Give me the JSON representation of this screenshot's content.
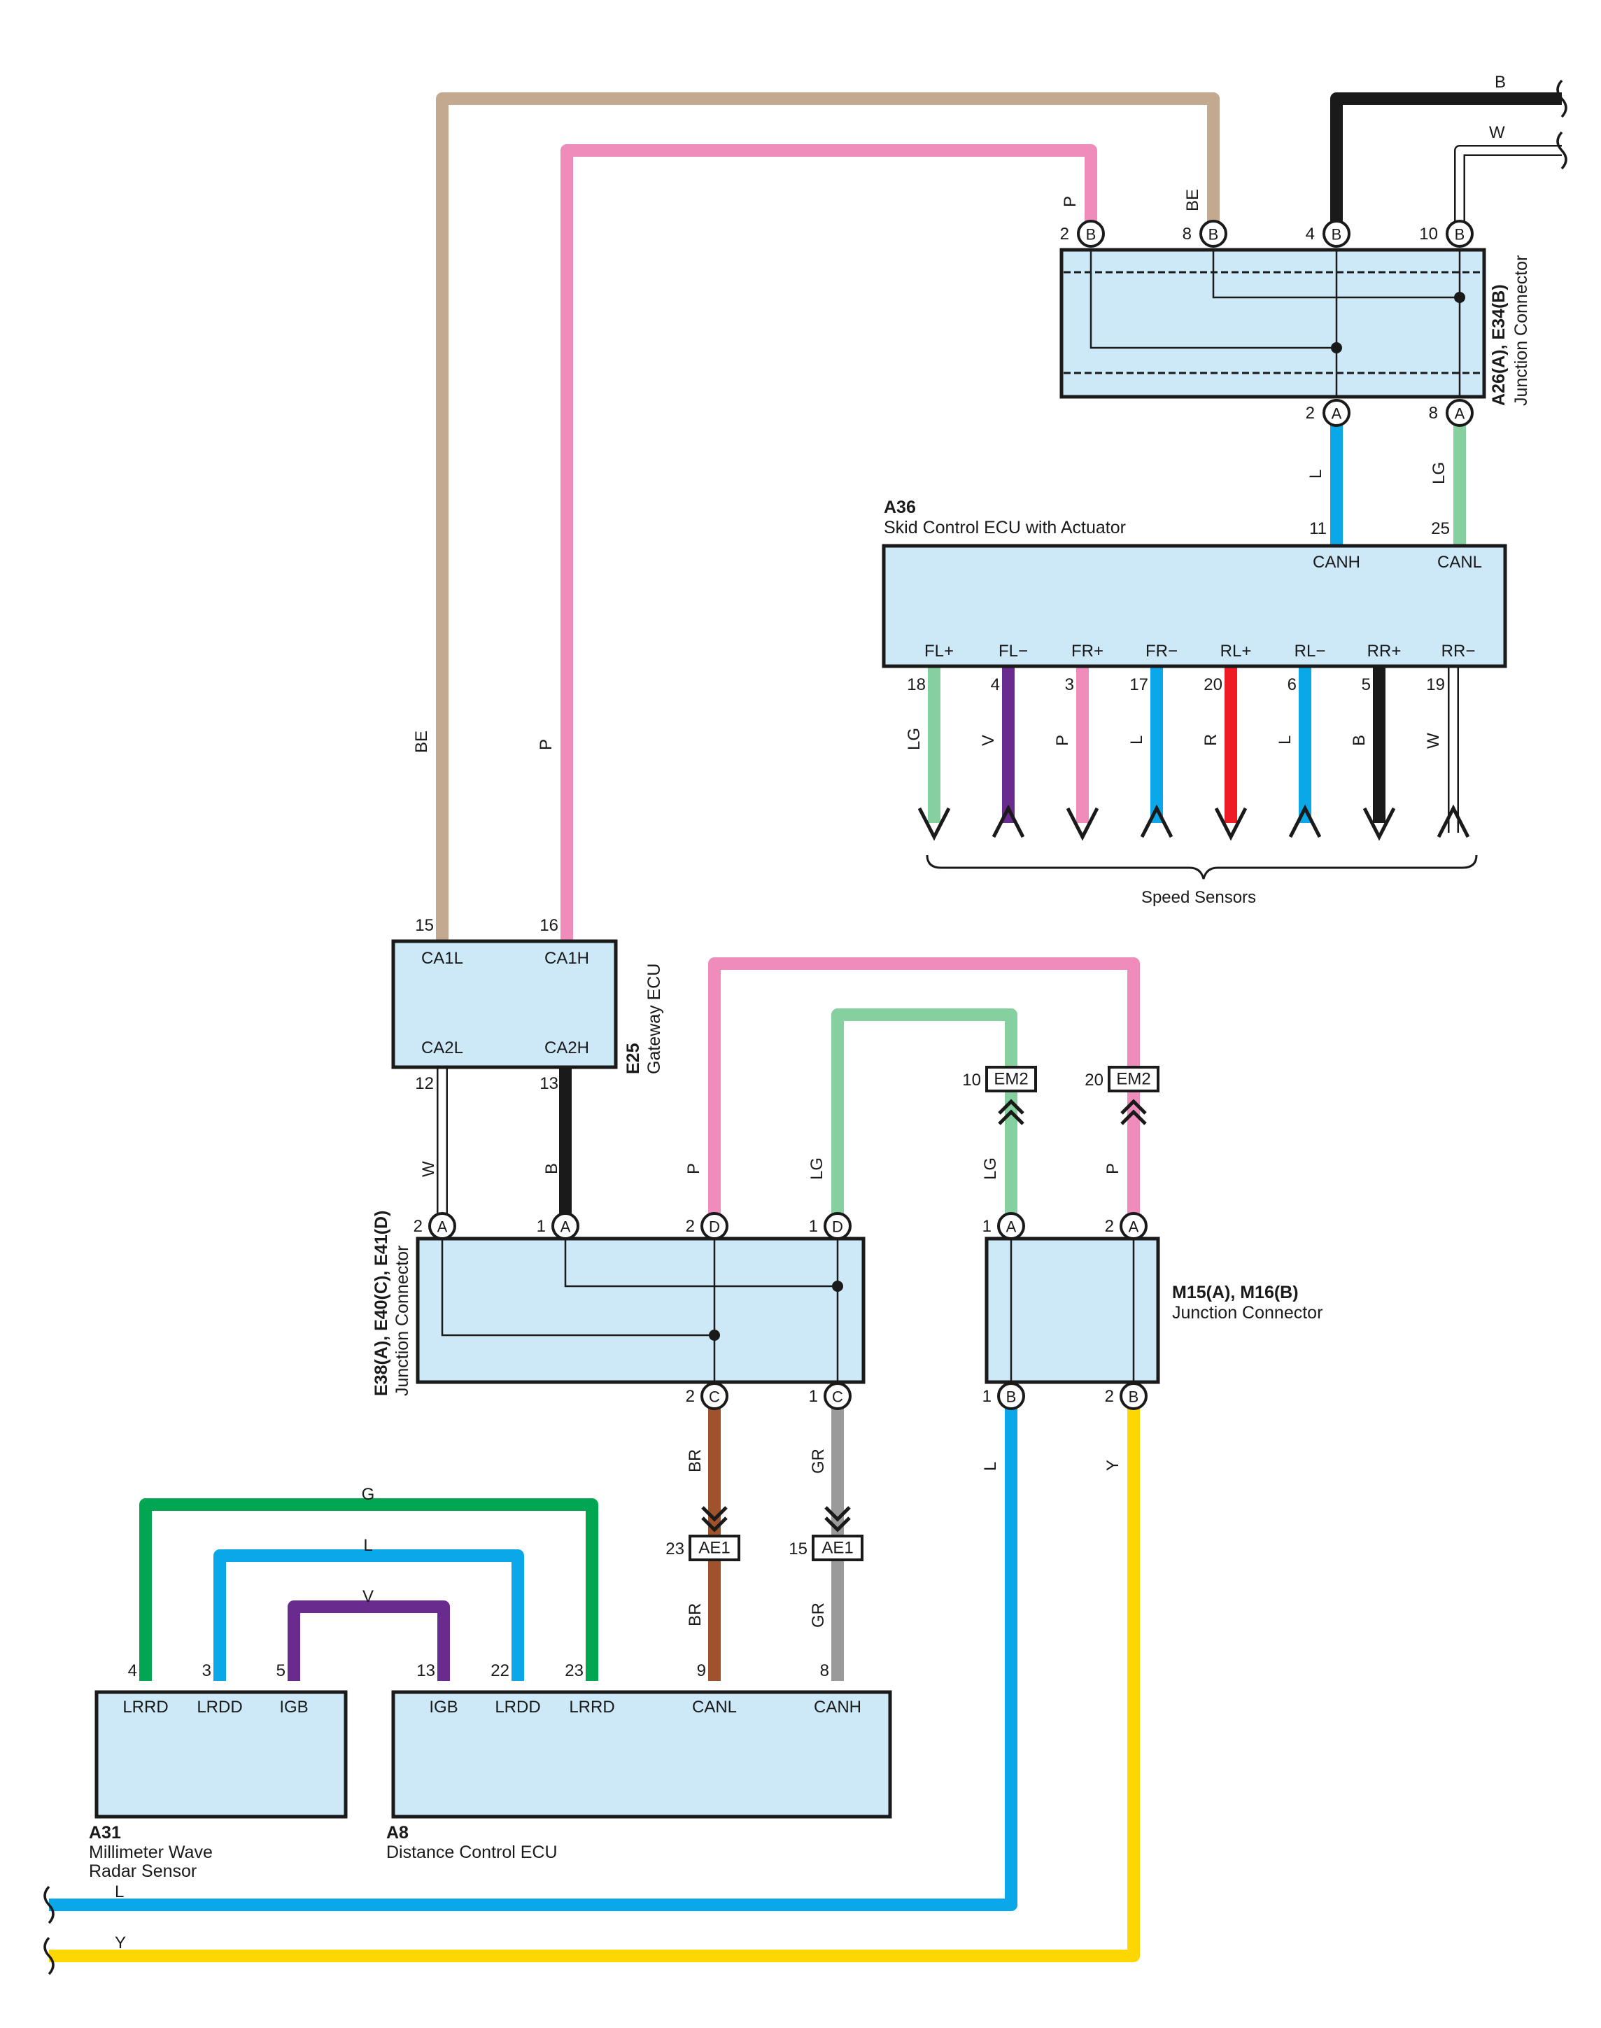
{
  "colors": {
    "BE": "#c2a98f",
    "P": "#f08cbc",
    "B": "#1a1a1a",
    "W": "#ffffff",
    "L": "#0aa8e8",
    "LG": "#86cf9e",
    "V": "#6a2b8e",
    "R": "#ee1c25",
    "BR": "#a0522d",
    "GR": "#9a9a9a",
    "G": "#00a651",
    "Y": "#ffd700",
    "box_fill": "#cde9f8"
  },
  "junction_top": {
    "code": "A26(A), E34(B)",
    "name": "Junction Connector",
    "top_pins": [
      {
        "pin": "2",
        "conn": "B",
        "wire": "P"
      },
      {
        "pin": "8",
        "conn": "B",
        "wire": "BE"
      },
      {
        "pin": "4",
        "conn": "B",
        "wire": "B"
      },
      {
        "pin": "10",
        "conn": "B",
        "wire": "W"
      }
    ],
    "bottom_pins": [
      {
        "pin": "2",
        "conn": "A",
        "wire": "L"
      },
      {
        "pin": "8",
        "conn": "A",
        "wire": "LG"
      }
    ]
  },
  "offpage_top": [
    {
      "wire": "B"
    },
    {
      "wire": "W"
    }
  ],
  "skid_ecu": {
    "code": "A36",
    "name": "Skid Control ECU with Actuator",
    "top_pins": [
      {
        "pin": "11",
        "name": "CANH"
      },
      {
        "pin": "25",
        "name": "CANL"
      }
    ],
    "bottom_pins": [
      {
        "pin": "18",
        "name": "FL+",
        "wire": "LG"
      },
      {
        "pin": "4",
        "name": "FL−",
        "wire": "V"
      },
      {
        "pin": "3",
        "name": "FR+",
        "wire": "P"
      },
      {
        "pin": "17",
        "name": "FR−",
        "wire": "L"
      },
      {
        "pin": "20",
        "name": "RL+",
        "wire": "R"
      },
      {
        "pin": "6",
        "name": "RL−",
        "wire": "L"
      },
      {
        "pin": "5",
        "name": "RR+",
        "wire": "B"
      },
      {
        "pin": "19",
        "name": "RR−",
        "wire": "W"
      }
    ],
    "speed_sensors_label": "Speed Sensors"
  },
  "gateway": {
    "code": "E25",
    "name": "Gateway ECU",
    "top_pins": [
      {
        "pin": "15",
        "name": "CA1L",
        "wire": "BE"
      },
      {
        "pin": "16",
        "name": "CA1H",
        "wire": "P"
      }
    ],
    "bottom_pins": [
      {
        "pin": "12",
        "name": "CA2L",
        "wire": "W"
      },
      {
        "pin": "13",
        "name": "CA2H",
        "wire": "B"
      }
    ]
  },
  "junction_mid": {
    "code": "E38(A), E40(C), E41(D)",
    "name": "Junction Connector",
    "top_pins": [
      {
        "pin": "2",
        "conn": "A",
        "wire": "W"
      },
      {
        "pin": "1",
        "conn": "A",
        "wire": "B"
      },
      {
        "pin": "2",
        "conn": "D",
        "wire": "P"
      },
      {
        "pin": "1",
        "conn": "D",
        "wire": "LG"
      }
    ],
    "bottom_pins": [
      {
        "pin": "2",
        "conn": "C",
        "wire": "BR"
      },
      {
        "pin": "1",
        "conn": "C",
        "wire": "GR"
      }
    ]
  },
  "junction_right": {
    "code": "M15(A), M16(B)",
    "name": "Junction Connector",
    "top_pins": [
      {
        "pin": "1",
        "conn": "A",
        "wire": "LG"
      },
      {
        "pin": "2",
        "conn": "A",
        "wire": "P"
      }
    ],
    "bottom_pins": [
      {
        "pin": "1",
        "conn": "B",
        "wire": "L"
      },
      {
        "pin": "2",
        "conn": "B",
        "wire": "Y"
      }
    ]
  },
  "connectors_em2": [
    {
      "pin": "10",
      "name": "EM2"
    },
    {
      "pin": "20",
      "name": "EM2"
    }
  ],
  "connectors_ae1": [
    {
      "pin": "23",
      "name": "AE1",
      "wire": "BR"
    },
    {
      "pin": "15",
      "name": "AE1",
      "wire": "GR"
    }
  ],
  "radar": {
    "code": "A31",
    "name_line1": "Millimeter Wave",
    "name_line2": "Radar Sensor",
    "pins": [
      {
        "pin": "4",
        "name": "LRRD"
      },
      {
        "pin": "3",
        "name": "LRDD"
      },
      {
        "pin": "5",
        "name": "IGB"
      }
    ]
  },
  "distance_ecu": {
    "code": "A8",
    "name": "Distance Control ECU",
    "pins": [
      {
        "pin": "13",
        "name": "IGB"
      },
      {
        "pin": "22",
        "name": "LRDD"
      },
      {
        "pin": "23",
        "name": "LRRD"
      },
      {
        "pin": "9",
        "name": "CANL"
      },
      {
        "pin": "8",
        "name": "CANH"
      }
    ]
  },
  "radar_link_wires": [
    {
      "wire": "G"
    },
    {
      "wire": "L"
    },
    {
      "wire": "V"
    }
  ],
  "offpage_bottom": [
    {
      "wire": "L"
    },
    {
      "wire": "Y"
    }
  ]
}
